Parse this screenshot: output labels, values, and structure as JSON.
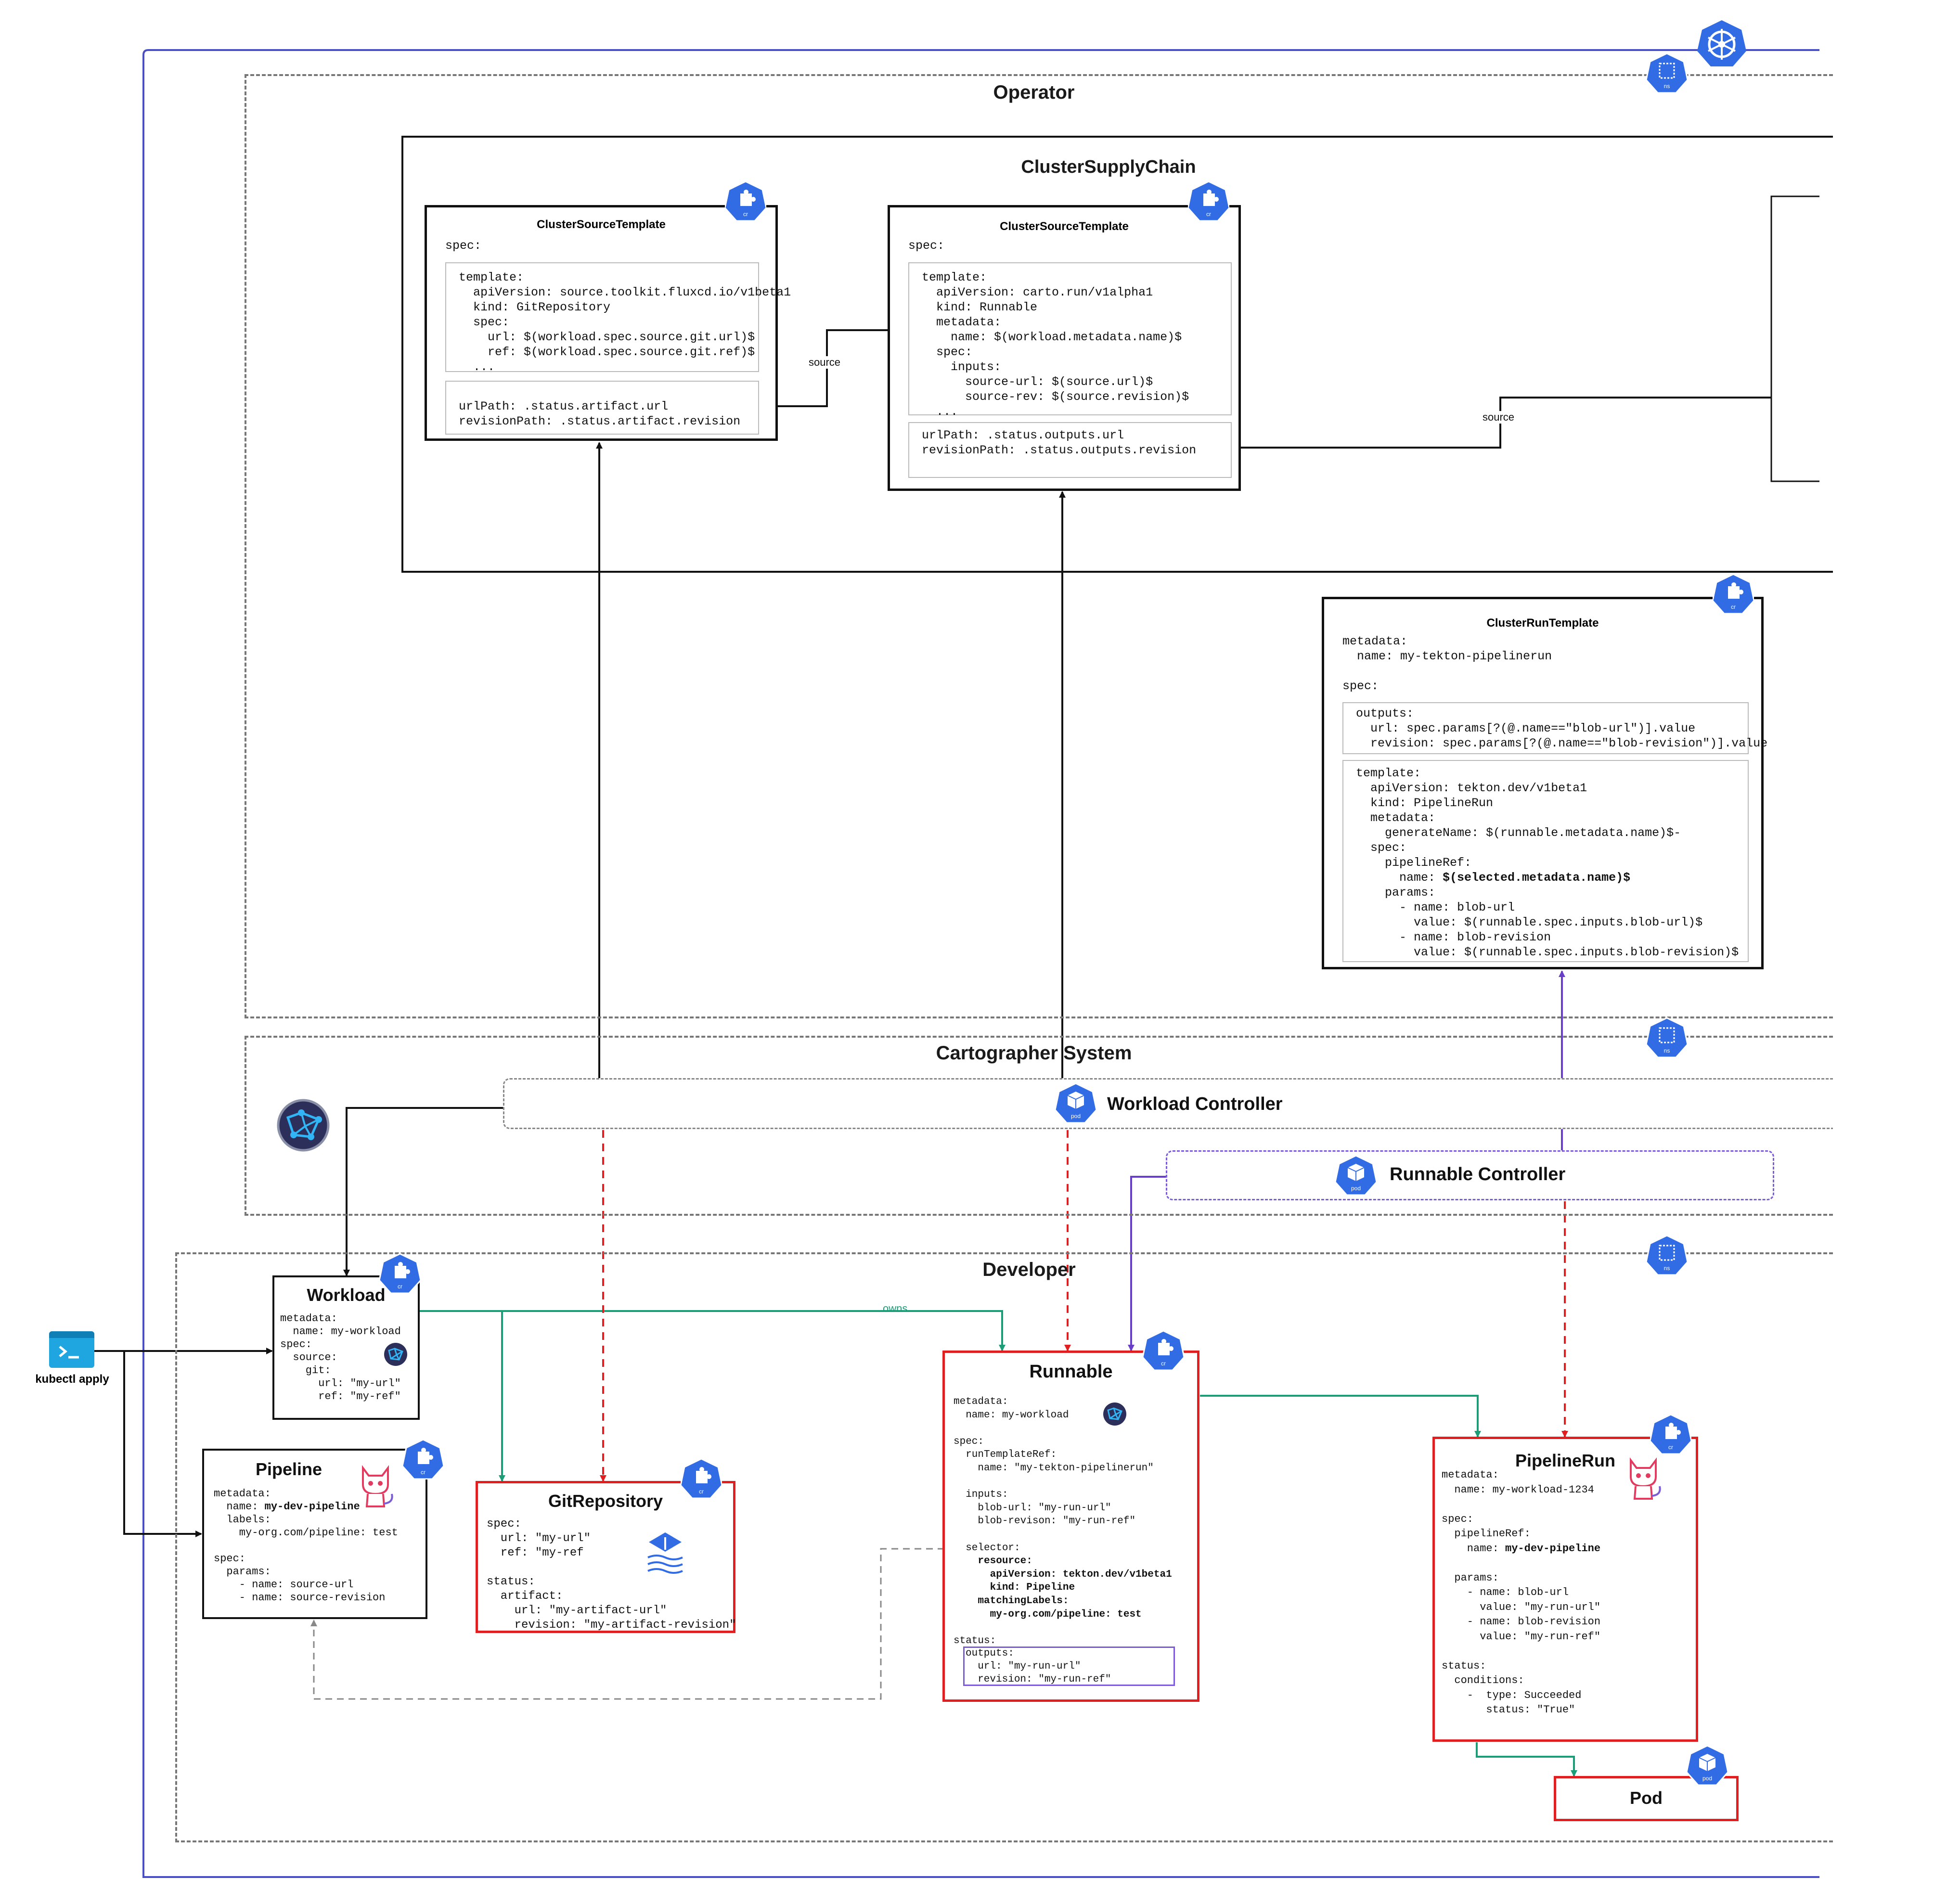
{
  "zones": {
    "operator": "Operator",
    "supply_chain": "ClusterSupplyChain",
    "cartographer_system": "Cartographer System",
    "developer": "Developer"
  },
  "templates": {
    "source_template_1": {
      "title": "ClusterSourceTemplate",
      "spec": "spec:",
      "template": "template:\n  apiVersion: source.toolkit.fluxcd.io/v1beta1\n  kind: GitRepository\n  spec:\n    url: $(workload.spec.source.git.url)$\n    ref: $(workload.spec.source.git.ref)$\n  ...",
      "paths": "urlPath: .status.artifact.url\nrevisionPath: .status.artifact.revision"
    },
    "source_template_2": {
      "title": "ClusterSourceTemplate",
      "spec": "spec:",
      "template": "template:\n  apiVersion: carto.run/v1alpha1\n  kind: Runnable\n  metadata:\n    name: $(workload.metadata.name)$\n  spec:\n    inputs:\n      source-url: $(source.url)$\n      source-rev: $(source.revision)$\n  ...",
      "paths": "urlPath: .status.outputs.url\nrevisionPath: .status.outputs.revision"
    },
    "run_template": {
      "title": "ClusterRunTemplate",
      "metadata": "metadata:\n  name: my-tekton-pipelinerun\n\nspec:",
      "outputs": "outputs:\n  url: spec.params[?(@.name==\"blob-url\")].value\n  revision: spec.params[?(@.name==\"blob-revision\")].value",
      "template_pre": "template:\n  apiVersion: tekton.dev/v1beta1\n  kind: PipelineRun\n  metadata:\n    generateName: $(runnable.metadata.name)$-\n  spec:\n    pipelineRef:\n      name: ",
      "template_bold": "$(selected.metadata.name)$",
      "template_post": "\n    params:\n      - name: blob-url\n        value: $(runnable.spec.inputs.blob-url)$\n      - name: blob-revision\n        value: $(runnable.spec.inputs.blob-revision)$"
    }
  },
  "edge_labels": {
    "source_1": "source",
    "source_2": "source",
    "owns": "owns"
  },
  "controllers": {
    "workload": "Workload Controller",
    "runnable": "Runnable Controller"
  },
  "kubectl": "kubectl apply",
  "icon_labels": {
    "ns": "ns",
    "cr": "cr",
    "pod": "pod"
  },
  "resources": {
    "workload": {
      "title": "Workload",
      "body": "metadata:\n  name: my-workload\nspec:\n  source:\n    git:\n      url: \"my-url\"\n      ref: \"my-ref\""
    },
    "pipeline": {
      "title": "Pipeline",
      "l1": "metadata:",
      "l2_pre": "  name: ",
      "l2_bold": "my-dev-pipeline",
      "rest": "  labels:\n    my-org.com/pipeline: test\n\nspec:\n  params:\n    - name: source-url\n    - name: source-revision"
    },
    "gitrepository": {
      "title": "GitRepository",
      "body": "spec:\n  url: \"my-url\"\n  ref: \"my-ref\n\nstatus:\n  artifact:\n    url: \"my-artifact-url\"\n    revision: \"my-artifact-revision\""
    },
    "runnable": {
      "title": "Runnable",
      "body_pre": "metadata:\n  name: my-workload\n\nspec:\n  runTemplateRef:\n    name: \"my-tekton-pipelinerun\"\n\n  inputs:\n    blob-url: \"my-run-url\"\n    blob-revison: \"my-run-ref\"\n\n  selector:",
      "body_bold": "    resource:\n      apiVersion: tekton.dev/v1beta1\n      kind: Pipeline\n    matchingLabels:\n      my-org.com/pipeline: test",
      "status": "status:",
      "outputs": "outputs:\n  url: \"my-run-url\"\n  revision: \"my-run-ref\""
    },
    "pipelinerun": {
      "title": "PipelineRun",
      "body_pre": "metadata:\n  name: my-workload-1234\n\nspec:\n  pipelineRef:\n    name: ",
      "body_bold": "my-dev-pipeline",
      "body_post": "\n\n  params:\n    - name: blob-url\n      value: \"my-run-url\"\n    - name: blob-revision\n      value: \"my-run-ref\"\n\nstatus:\n  conditions:\n    -  type: Succeeded\n       status: \"True\""
    },
    "pod": {
      "title": "Pod"
    }
  },
  "colors": {
    "cluster_border": "#4a4fc4",
    "k8s_blue": "#326ce5",
    "resource_red": "#e02020",
    "owns_green": "#1b9e77",
    "controller_red": "#e02020",
    "runnable_purple": "#6a3fc8",
    "arrow_black": "#111111",
    "dependency_gray": "#888888"
  }
}
